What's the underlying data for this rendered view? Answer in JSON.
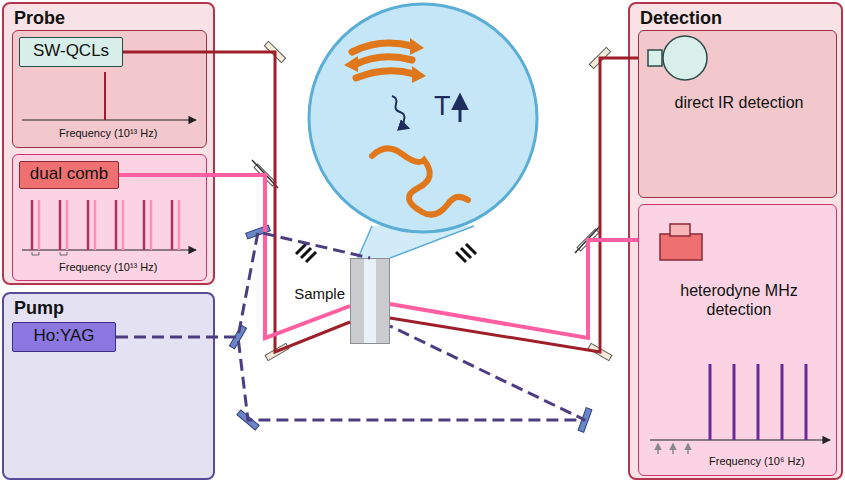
{
  "diagram": {
    "nodes": [
      {
        "text": [
          "Probe"
        ]
      },
      {
        "text": [
          "Frequency (10¹³ Hz)"
        ],
        "in": 0
      },
      {
        "text": [
          "SW-QCLs"
        ],
        "in": 1
      },
      {
        "text": [
          "Frequency (10¹³ Hz)"
        ],
        "in": 0
      },
      {
        "text": [
          "dual comb"
        ],
        "in": 3
      },
      {
        "text": [
          "Pump"
        ]
      },
      {
        "text": [
          "Ho:YAG"
        ],
        "in": 5
      },
      {
        "text": [
          "Detection"
        ]
      },
      {
        "text": [
          "direct IR detection"
        ],
        "in": 7
      },
      {
        "text": [
          "heterodyne MHz detection",
          "Frequency (10⁶ Hz)"
        ],
        "in": 7
      },
      {
        "text": [
          "Sample"
        ]
      }
    ],
    "edges": [
      {
        "from": 2,
        "to": 10,
        "arrow": "none"
      },
      {
        "from": 4,
        "to": 10,
        "arrow": "none"
      },
      {
        "from": 6,
        "to": 10,
        "arrow": "none"
      },
      {
        "from": 10,
        "to": 8,
        "arrow": "none"
      },
      {
        "from": 10,
        "to": 9,
        "arrow": "none"
      }
    ],
    "labels": [
      "T"
    ]
  }
}
